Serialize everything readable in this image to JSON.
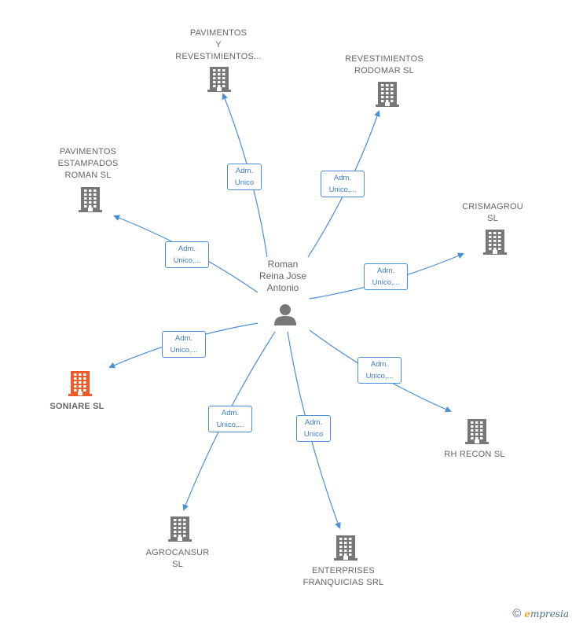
{
  "center": {
    "name": "Roman\nReina Jose\nAntonio",
    "icon": "person-icon"
  },
  "colors": {
    "edge": "#4a8fd9",
    "building": "#777777",
    "building_active": "#f05a28"
  },
  "companies": [
    {
      "id": "pavimentos-revestimientos",
      "name": "PAVIMENTOS\nY\nREVESTIMIENTOS...",
      "edge_label": "Adm.\nUnico",
      "active": false
    },
    {
      "id": "revestimientos-rodomar",
      "name": "REVESTIMIENTOS\nRODOMAR SL",
      "edge_label": "Adm.\nUnico,...",
      "active": false
    },
    {
      "id": "pavimentos-estampados-roman",
      "name": "PAVIMENTOS\nESTAMPADOS\nROMAN SL",
      "edge_label": "Adm.\nUnico,...",
      "active": false
    },
    {
      "id": "crismagrou",
      "name": "CRISMAGROU\nSL",
      "edge_label": "Adm.\nUnico,...",
      "active": false
    },
    {
      "id": "soniare",
      "name": "SONIARE SL",
      "edge_label": "Adm.\nUnico,...",
      "active": true
    },
    {
      "id": "rh-recon",
      "name": "RH RECON SL",
      "edge_label": "Adm.\nUnico,...",
      "active": false
    },
    {
      "id": "agrocansur",
      "name": "AGROCANSUR\nSL",
      "edge_label": "Adm.\nUnico,...",
      "active": false
    },
    {
      "id": "enterprises-franquicias",
      "name": "ENTERPRISES\nFRANQUICIAS SRL",
      "edge_label": "Adm.\nUnico",
      "active": false
    }
  ],
  "footer": {
    "copyright": "©",
    "brand_e": "e",
    "brand_rest": "mpresia"
  }
}
